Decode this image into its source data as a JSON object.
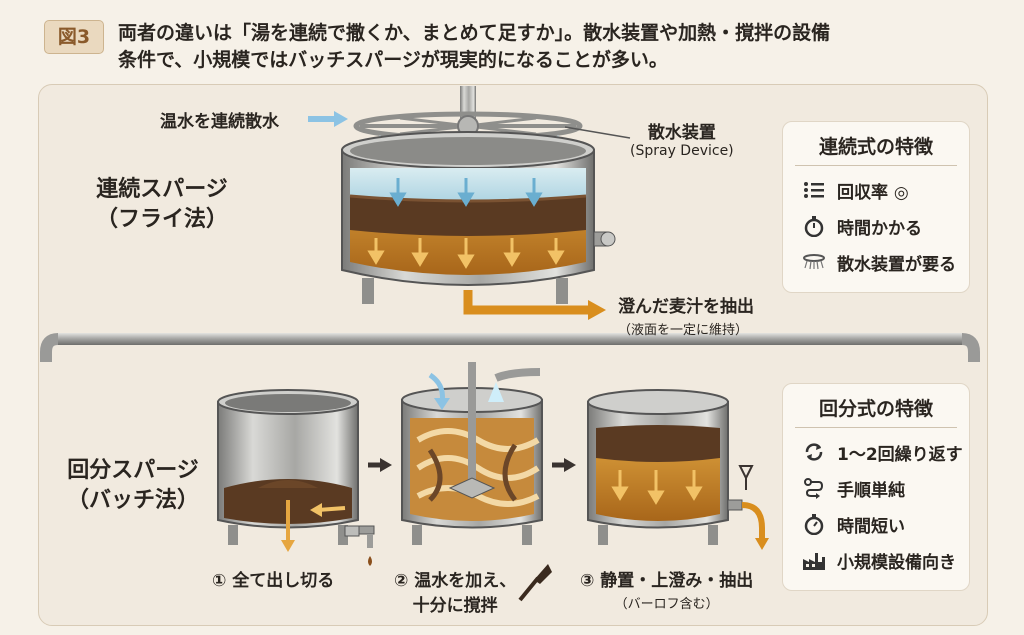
{
  "header": {
    "badge": "図3",
    "line1": "両者の違いは「湯を連続で撒くか、まとめて足すか」。散水装置や加熱・撹拌の設備",
    "line2": "条件で、小規模ではバッチスパージが現実的になることが多い。"
  },
  "continuous": {
    "title_line1": "連続スパージ",
    "title_line2": "（フライ法）",
    "hot_water_label": "温水を連続散水",
    "spray_label": "散水装置",
    "spray_label_en": "(Spray Device)",
    "outflow_label": "澄んだ麦汁を抽出",
    "outflow_sub": "（液面を一定に維持）",
    "features_title": "連続式の特徴",
    "features": [
      {
        "icon": "list-icon",
        "text": "回収率 ◎"
      },
      {
        "icon": "stopwatch-icon",
        "text": "時間かかる"
      },
      {
        "icon": "sprinkler-icon",
        "text": "散水装置が要る"
      }
    ]
  },
  "batch": {
    "title_line1": "回分スパージ",
    "title_line2": "（バッチ法）",
    "step1": "① 全て出し切る",
    "step2_line1": "② 温水を加え、",
    "step2_line2": "十分に撹拌",
    "step3": "③ 静置・上澄み・抽出",
    "step3_sub": "（バーロフ含む）",
    "features_title": "回分式の特徴",
    "features": [
      {
        "icon": "repeat-icon",
        "text": "1～2回繰り返す"
      },
      {
        "icon": "flow-icon",
        "text": "手順単純"
      },
      {
        "icon": "stopwatch-icon",
        "text": "時間短い"
      },
      {
        "icon": "factory-icon",
        "text": "小規模設備向き"
      }
    ]
  },
  "colors": {
    "accent": "#8a5a2b",
    "wort": "#c98a2a",
    "water": "#bfe3f2",
    "grain": "#5a3a22",
    "steel": "#9a9a98"
  }
}
